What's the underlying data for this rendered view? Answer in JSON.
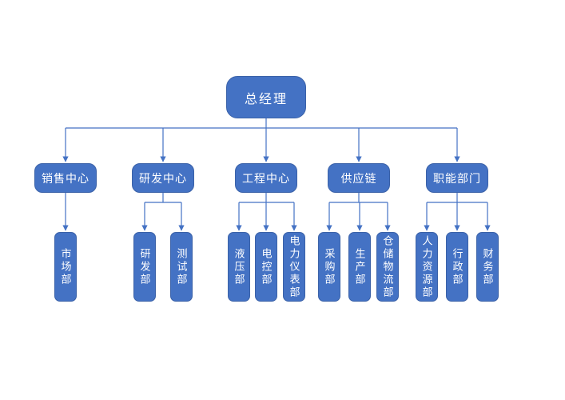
{
  "diagram": {
    "type": "org-chart",
    "root": {
      "label": "总经理"
    },
    "groups": [
      {
        "label": "销售中心",
        "children": [
          {
            "label": "市场部"
          }
        ]
      },
      {
        "label": "研发中心",
        "children": [
          {
            "label": "研发部"
          },
          {
            "label": "测试部"
          }
        ]
      },
      {
        "label": "工程中心",
        "children": [
          {
            "label": "液压部"
          },
          {
            "label": "电控部"
          },
          {
            "label": "电力仪表部"
          }
        ]
      },
      {
        "label": "供应链",
        "children": [
          {
            "label": "采购部"
          },
          {
            "label": "生产部"
          },
          {
            "label": "仓储物流部"
          }
        ]
      },
      {
        "label": "职能部门",
        "children": [
          {
            "label": "人力资源部"
          },
          {
            "label": "行政部"
          },
          {
            "label": "财务部"
          }
        ]
      }
    ],
    "colors": {
      "node_fill": "#4472C4",
      "node_border": "#3B62A8",
      "connector": "#4472C4",
      "text": "#FFFFFF",
      "background": "#FFFFFF"
    }
  }
}
